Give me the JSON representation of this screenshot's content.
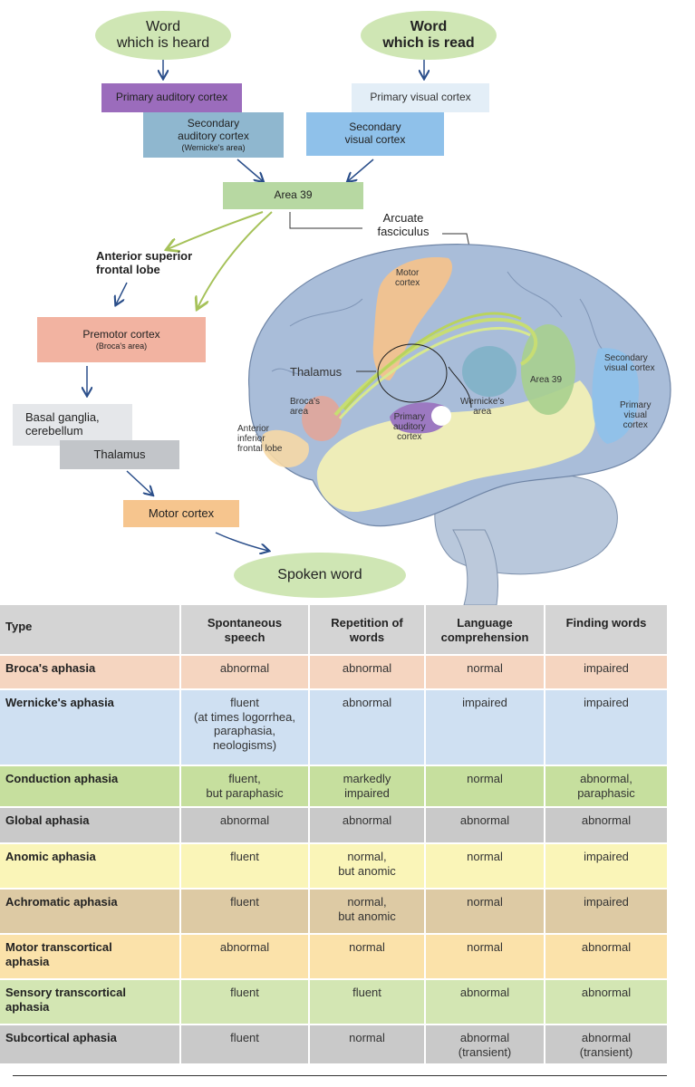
{
  "diagram": {
    "word_heard": "Word\nwhich is heard",
    "word_read": "Word\nwhich is read",
    "primary_auditory": "Primary auditory cortex",
    "primary_visual": "Primary visual cortex",
    "secondary_auditory_title": "Secondary\nauditory cortex",
    "secondary_auditory_sub": "(Wernicke's area)",
    "secondary_visual": "Secondary\nvisual cortex",
    "area39": "Area 39",
    "arcuate": "Arcuate\nfasciculus",
    "anterior_superior": "Anterior superior\nfrontal lobe",
    "premotor_title": "Premotor cortex",
    "premotor_sub": "(Broca's area)",
    "basal_ganglia": "Basal ganglia,\ncerebellum",
    "thalamus": "Thalamus",
    "motor_cortex": "Motor cortex",
    "spoken_word": "Spoken word"
  },
  "brain_labels": {
    "motor_cortex": "Motor\ncortex",
    "thalamus": "Thalamus",
    "broca": "Broca's\narea",
    "anterior_inferior": "Anterior\ninferior\nfrontal lobe",
    "primary_auditory": "Primary\nauditory\ncortex",
    "wernicke": "Wernicke's\narea",
    "area39": "Area 39",
    "secondary_visual": "Secondary\nvisual cortex",
    "primary_visual": "Primary\nvisual\ncortex"
  },
  "table": {
    "headers": [
      "Type",
      "Spontaneous\nspeech",
      "Repetition of\nwords",
      "Language\ncomprehension",
      "Finding words"
    ],
    "rows": [
      {
        "type": "Broca's aphasia",
        "speech": "abnormal",
        "repetition": "abnormal",
        "comprehension": "normal",
        "finding": "impaired",
        "color": "#f5d5c0"
      },
      {
        "type": "Wernicke's aphasia",
        "speech": "fluent\n(at times logorrhea,\nparaphasia,\nneologisms)",
        "repetition": "abnormal",
        "comprehension": "impaired",
        "finding": "impaired",
        "color": "#cfe0f2"
      },
      {
        "type": "Conduction aphasia",
        "speech": "fluent,\nbut paraphasic",
        "repetition": "markedly\nimpaired",
        "comprehension": "normal",
        "finding": "abnormal,\nparaphasic",
        "color": "#c6df9e"
      },
      {
        "type": "Global aphasia",
        "speech": "abnormal",
        "repetition": "abnormal",
        "comprehension": "abnormal",
        "finding": "abnormal",
        "color": "#c9c9c9"
      },
      {
        "type": "Anomic aphasia",
        "speech": "fluent",
        "repetition": "normal,\nbut anomic",
        "comprehension": "normal",
        "finding": "impaired",
        "color": "#faf5b8"
      },
      {
        "type": "Achromatic aphasia",
        "speech": "fluent",
        "repetition": "normal,\nbut anomic",
        "comprehension": "normal",
        "finding": "impaired",
        "color": "#ddcaa4"
      },
      {
        "type": "Motor transcortical\naphasia",
        "speech": "abnormal",
        "repetition": "normal",
        "comprehension": "normal",
        "finding": "abnormal",
        "color": "#fbe2aa"
      },
      {
        "type": "Sensory transcortical\naphasia",
        "speech": "fluent",
        "repetition": "fluent",
        "comprehension": "abnormal",
        "finding": "abnormal",
        "color": "#d3e6b3"
      },
      {
        "type": "Subcortical aphasia",
        "speech": "fluent",
        "repetition": "normal",
        "comprehension": "abnormal\n(transient)",
        "finding": "abnormal\n(transient)",
        "color": "#c9c9c9"
      }
    ]
  },
  "colors": {
    "oval_green": "#cfe6b4",
    "purple": "#9b6cbc",
    "teal": "#8fb7cf",
    "blue": "#8fc1ea",
    "green_box": "#b7d8a2",
    "salmon": "#f2b3a1",
    "grey": "#d3d5d8",
    "grey2": "#c2c5c9",
    "orange": "#f6c58e",
    "header_grey": "#d4d4d4"
  }
}
